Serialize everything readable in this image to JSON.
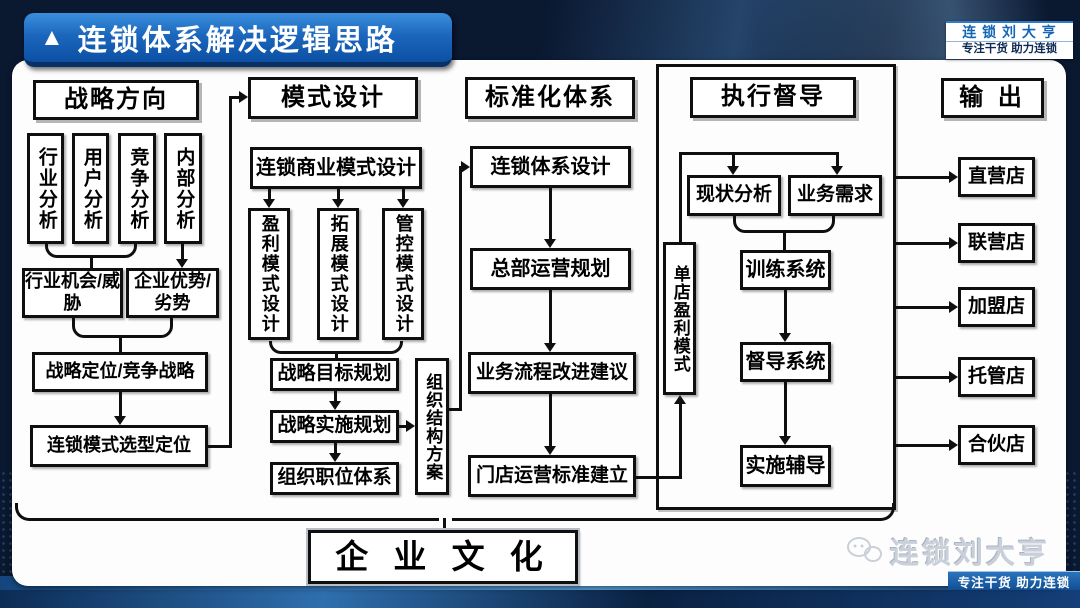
{
  "title": {
    "icon": "▲",
    "text": "连锁体系解决逻辑思路"
  },
  "brand": {
    "name": "连 锁 刘 大 亨",
    "tagline": "专注干货 助力连锁"
  },
  "watermark": {
    "name": "连锁刘大亨",
    "tagline": "专注干货 助力连锁"
  },
  "flow": {
    "strategy": {
      "header": "战略方向",
      "analysis": [
        "行业分析",
        "用户分析",
        "竞争分析",
        "内部分析"
      ],
      "opportunity": "行业机会/威胁",
      "advantage": "企业优势/劣势",
      "positioning": "战略定位/竞争战略",
      "selection": "连锁模式选型定位"
    },
    "design": {
      "header": "模式设计",
      "business": "连锁商业模式设计",
      "models": [
        "盈利模式设计",
        "拓展模式设计",
        "管控模式设计"
      ],
      "goal": "战略目标规划",
      "implement": "战略实施规划",
      "positions": "组织职位体系",
      "structure": "组织结构方案"
    },
    "standard": {
      "header": "标准化体系",
      "system": "连锁体系设计",
      "hq": "总部运营规划",
      "process": "业务流程改进建议",
      "store": "门店运营标准建立"
    },
    "execution": {
      "header": "执行督导",
      "single_store": "单店盈利模式",
      "current": "现状分析",
      "need": "业务需求",
      "training": "训练系统",
      "supervision": "督导系统",
      "coaching": "实施辅导"
    },
    "output": {
      "header": "输 出",
      "stores": [
        "直营店",
        "联营店",
        "加盟店",
        "托管店",
        "合伙店"
      ]
    }
  },
  "footer": {
    "culture": "企 业 文 化"
  },
  "colors": {
    "accent_blue": "#1266b8",
    "badge_top": "#3b8fdd",
    "badge_bottom": "#0c50a4",
    "line": "#0f0f0f"
  }
}
